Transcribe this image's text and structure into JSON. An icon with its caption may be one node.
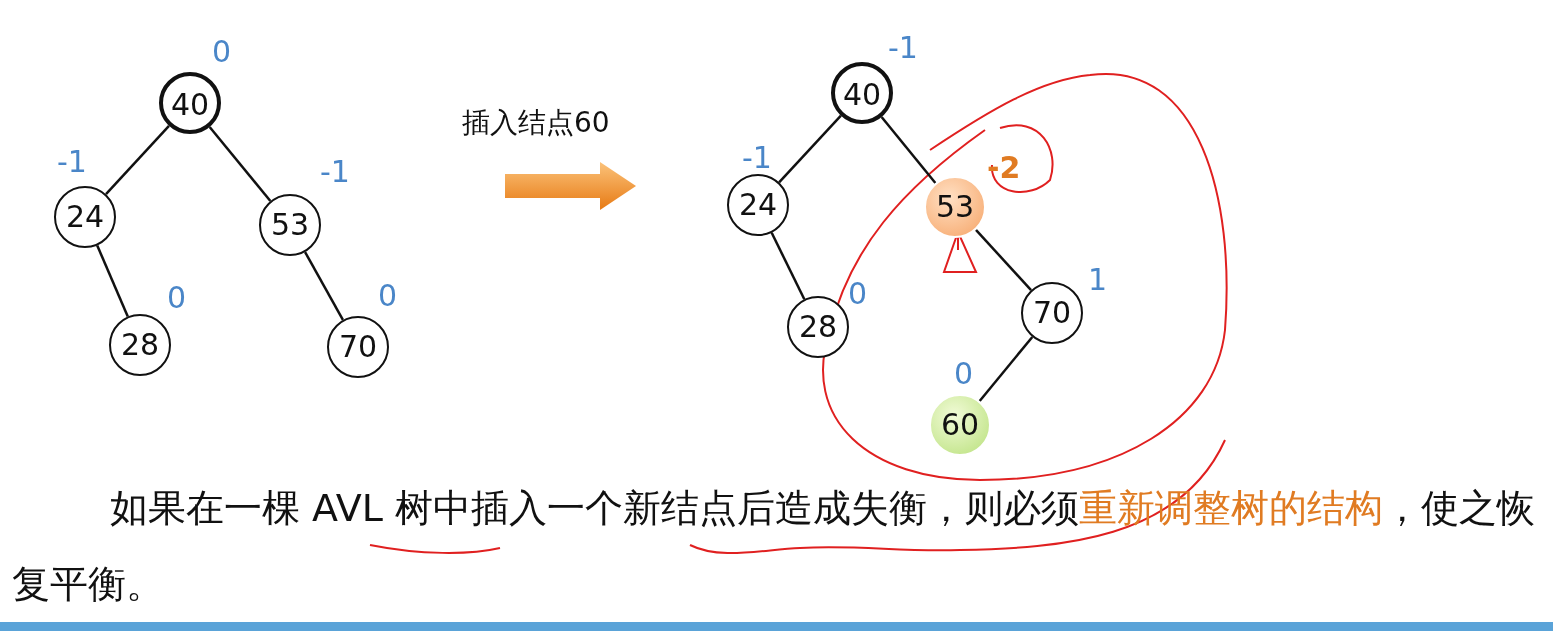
{
  "diagram": {
    "caption": "如果在一棵 AVL 树中插入一个新结点后造成失衡，则必须**重新调整树的结构**，使之恢复平衡。",
    "nodes": [
      {
        "text": [
          "40"
        ],
        "beside": [
          "0"
        ]
      },
      {
        "text": [
          "24"
        ],
        "beside": [
          "-1"
        ]
      },
      {
        "text": [
          "53"
        ],
        "beside": [
          "-1"
        ]
      },
      {
        "text": [
          "28"
        ],
        "beside": [
          "0"
        ]
      },
      {
        "text": [
          "70"
        ],
        "beside": [
          "0"
        ]
      },
      {
        "text": [
          "40"
        ],
        "beside": [
          "-1"
        ]
      },
      {
        "text": [
          "24"
        ],
        "beside": [
          "-1"
        ]
      },
      {
        "text": [
          "53"
        ],
        "beside": [
          "-2"
        ]
      },
      {
        "text": [
          "28"
        ],
        "beside": [
          "0"
        ]
      },
      {
        "text": [
          "70"
        ],
        "beside": [
          "1"
        ]
      },
      {
        "text": [
          "60"
        ],
        "beside": [
          "0"
        ]
      }
    ],
    "edges": [
      {
        "from": 0,
        "to": 1,
        "arrow": "none"
      },
      {
        "from": 0,
        "to": 2,
        "arrow": "none"
      },
      {
        "from": 1,
        "to": 3,
        "arrow": "none"
      },
      {
        "from": 2,
        "to": 4,
        "arrow": "none"
      },
      {
        "from": 5,
        "to": 6,
        "arrow": "none"
      },
      {
        "from": 5,
        "to": 7,
        "arrow": "none"
      },
      {
        "from": 6,
        "to": 8,
        "arrow": "none"
      },
      {
        "from": 7,
        "to": 9,
        "arrow": "none"
      },
      {
        "from": 9,
        "to": 10,
        "arrow": "none"
      }
    ],
    "labels": [
      "插入结点60"
    ]
  }
}
